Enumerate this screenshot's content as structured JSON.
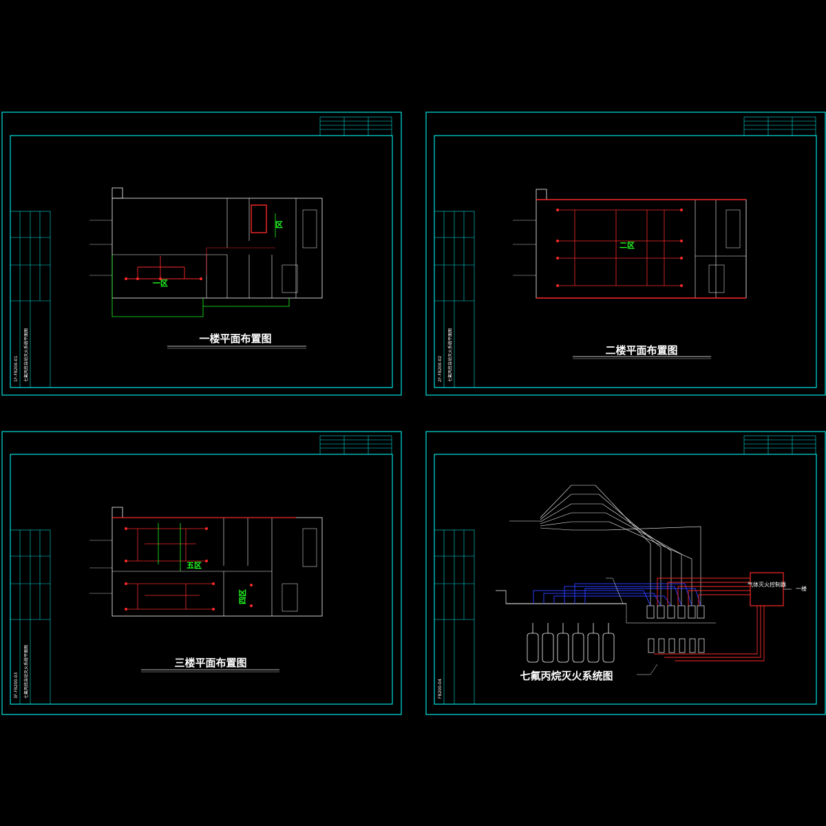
{
  "sheets": [
    {
      "title": "一楼平面布置图",
      "zone": "一区",
      "drawing_no": "1F-FB200-01",
      "project": "七氟丙烷自动灭火系统平面图"
    },
    {
      "title": "二楼平面布置图",
      "zone": "二区",
      "drawing_no": "2F-FB200-02",
      "project": "七氟丙烷自动灭火系统平面图"
    },
    {
      "title": "三楼平面布置图",
      "zone_a": "五区",
      "zone_b": "四区",
      "drawing_no": "3F-FB200-03",
      "project": "七氟丙烷自动灭火系统平面图"
    },
    {
      "title": "七氟丙烷灭火系统图",
      "drawing_no": "FB200-04",
      "control_panel": "气体灭火控制器",
      "panel_tag": "一楼"
    }
  ],
  "colors": {
    "frame": "#00e5e5",
    "wall": "#ffffff",
    "pipe_red": "#ff2a2a",
    "zone_green": "#22ff22",
    "pipe_blue": "#2a3cff"
  }
}
